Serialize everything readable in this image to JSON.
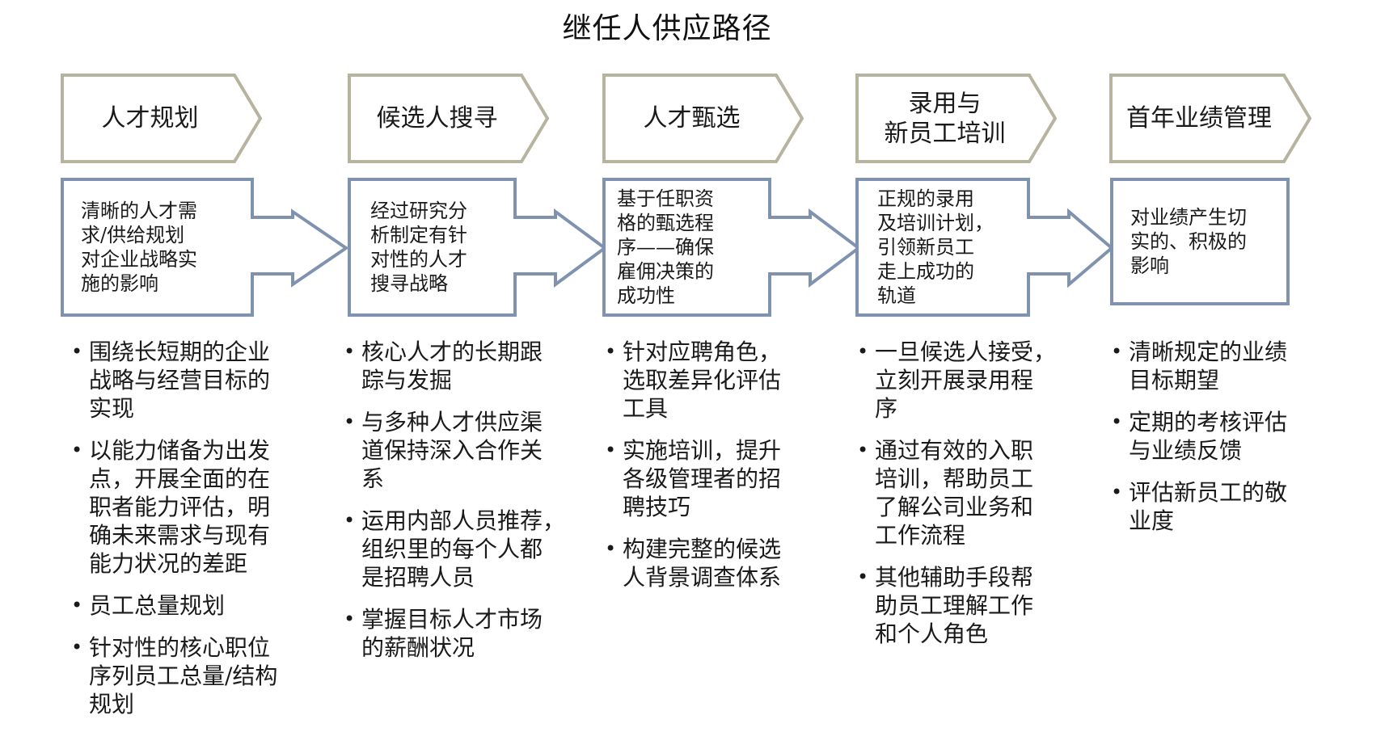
{
  "title": "继任人供应路径",
  "colors": {
    "tag_stroke": "#b6b49f",
    "box_stroke": "#7f93b1",
    "text": "#1a1a1a"
  },
  "stages": [
    {
      "label": [
        "人才规划"
      ],
      "description": [
        "清晰的人才需",
        "求/供给规划",
        "对企业战略实",
        "施的影响"
      ],
      "bullets": [
        [
          "围绕长短期的企业",
          "战略与经营目标的",
          "实现"
        ],
        [
          "以能力储备为出发",
          "点，开展全面的在",
          "职者能力评估，明",
          "确未来需求与现有",
          "能力状况的差距"
        ],
        [
          "员工总量规划"
        ],
        [
          "针对性的核心职位",
          "序列员工总量/结构",
          "规划"
        ]
      ]
    },
    {
      "label": [
        "候选人搜寻"
      ],
      "description": [
        "经过研究分",
        "析制定有针",
        "对性的人才",
        "搜寻战略"
      ],
      "bullets": [
        [
          "核心人才的长期跟",
          "踪与发掘"
        ],
        [
          "与多种人才供应渠",
          "道保持深入合作关",
          "系"
        ],
        [
          "运用内部人员推荐，",
          "组织里的每个人都",
          "是招聘人员"
        ],
        [
          "掌握目标人才市场",
          "的薪酬状况"
        ]
      ]
    },
    {
      "label": [
        "人才甄选"
      ],
      "description": [
        "基于任职资",
        "格的甄选程",
        "序——确保",
        "雇佣决策的",
        "成功性"
      ],
      "bullets": [
        [
          "针对应聘角色，",
          "选取差异化评估",
          "工具"
        ],
        [
          "实施培训，提升",
          "各级管理者的招",
          "聘技巧"
        ],
        [
          "构建完整的候选",
          "人背景调查体系"
        ]
      ]
    },
    {
      "label": [
        "录用与",
        "新员工培训"
      ],
      "description": [
        "正规的录用",
        "及培训计划，",
        "引领新员工",
        "走上成功的",
        "轨道"
      ],
      "bullets": [
        [
          "一旦候选人接受，",
          "立刻开展录用程",
          "序"
        ],
        [
          "通过有效的入职",
          "培训，帮助员工",
          "了解公司业务和",
          "工作流程"
        ],
        [
          "其他辅助手段帮",
          "助员工理解工作",
          "和个人角色"
        ]
      ]
    },
    {
      "label": [
        "首年业绩管理"
      ],
      "description": [
        "对业绩产生切",
        "实的、积极的",
        "影响"
      ],
      "bullets": [
        [
          "清晰规定的业绩",
          "目标期望"
        ],
        [
          "定期的考核评估",
          "与业绩反馈"
        ],
        [
          "评估新员工的敬",
          "业度"
        ]
      ]
    }
  ]
}
